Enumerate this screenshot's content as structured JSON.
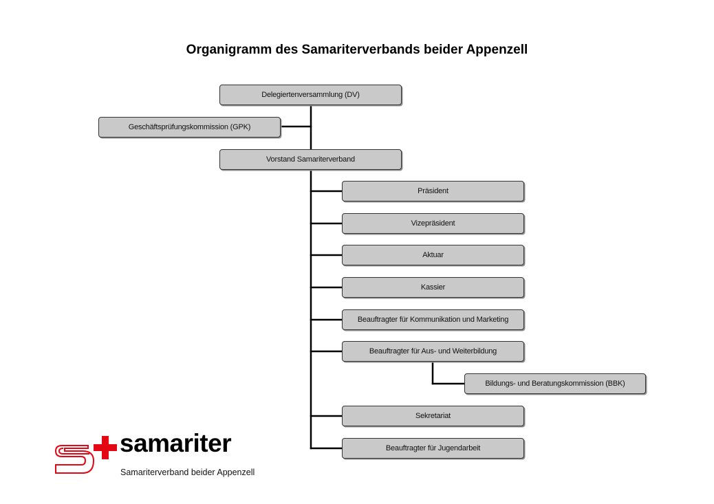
{
  "title": "Organigramm des Samariterverbands beider Appenzell",
  "nodes": {
    "dv": "Delegiertenversammlung (DV)",
    "gpk": "Geschäftsprüfungskommission (GPK)",
    "vorstand": "Vorstand Samariterverband",
    "praesident": "Präsident",
    "vizepraesident": "Vizepräsident",
    "aktuar": "Aktuar",
    "kassier": "Kassier",
    "kommunikation": "Beauftragter für Kommunikation und Marketing",
    "bildung": "Beauftragter für Aus- und Weiterbildung",
    "bbk": "Bildungs- und Beratungskommission (BBK)",
    "sekretariat": "Sekretariat",
    "jugend": "Beauftragter für Jugendarbeit"
  },
  "logo": {
    "wordmark": "samariter",
    "subtitle": "Samariterverband beider Appenzell",
    "icon": "samariter-s-cross-logo",
    "colors": {
      "red": "#e30613",
      "black": "#000000"
    }
  },
  "colors": {
    "box_fill": "#c9c9c9",
    "box_border": "#333333",
    "line": "#000000"
  }
}
